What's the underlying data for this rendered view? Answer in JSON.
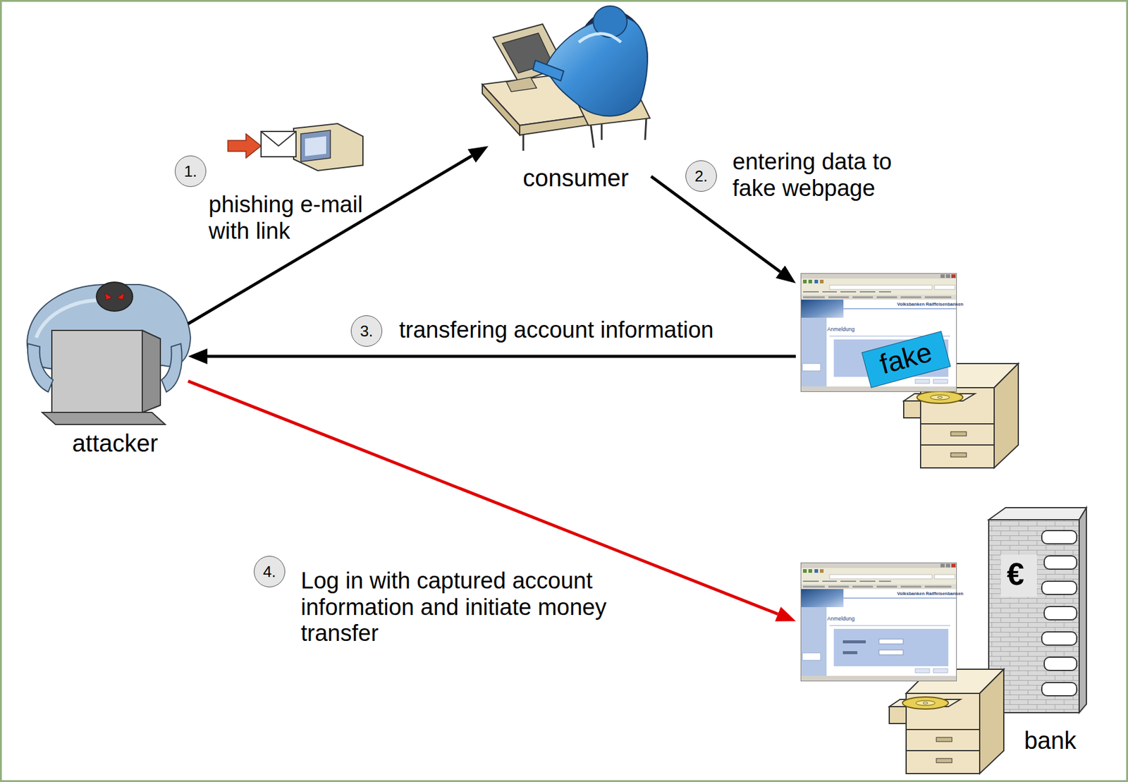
{
  "diagram": {
    "nodes": [
      {
        "text": [
          "consumer"
        ]
      },
      {
        "text": [
          "attacker"
        ]
      },
      {
        "text": [
          "fake"
        ]
      },
      {
        "text": [
          "bank"
        ]
      }
    ],
    "edges": [
      {
        "from": 1,
        "to": 0,
        "arrow": "to",
        "label": "phishing e-mail with link"
      },
      {
        "from": 0,
        "to": 2,
        "arrow": "to",
        "label": "entering data to fake webpage"
      },
      {
        "from": 2,
        "to": 1,
        "arrow": "to",
        "label": "transfering account information"
      },
      {
        "from": 1,
        "to": 3,
        "arrow": "to",
        "label": "Log in with captured account information and initiate money transfer"
      }
    ],
    "labels": [
      "1.",
      "2.",
      "3.",
      "4.",
      "€",
      "Volksbanken Raiffeisenbanken",
      "Anmeldung",
      "Volksbanken Raiffeisenbanken",
      "Anmeldung"
    ]
  }
}
